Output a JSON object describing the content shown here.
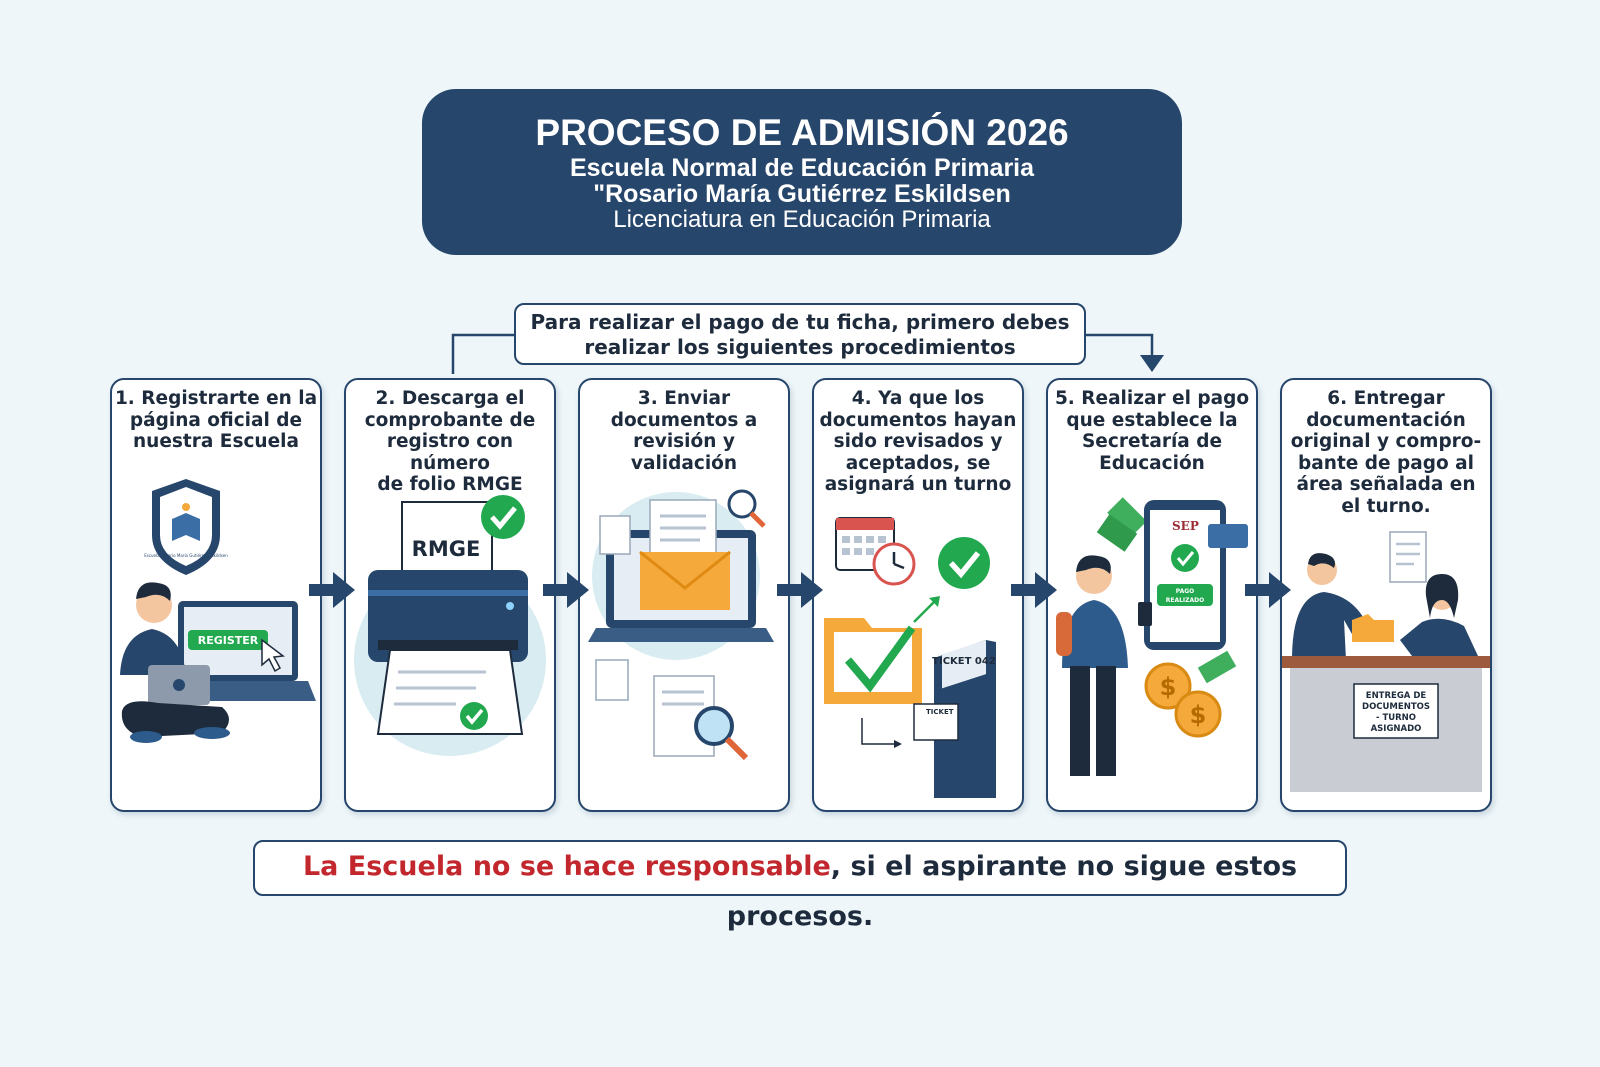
{
  "header": {
    "title": "PROCESO DE ADMISIÓN 2026",
    "school": "Escuela Normal de Educación Primaria",
    "school_name": "\"Rosario María Gutiérrez Eskildsen",
    "program": "Licenciatura en Educación Primaria"
  },
  "note": {
    "line1": "Para realizar el pago de tu ficha, primero debes",
    "line2": "realizar los siguientes procedimientos"
  },
  "steps": [
    {
      "lines": [
        "1. Registrarte en la",
        "página oficial de",
        "nuestra Escuela"
      ]
    },
    {
      "lines": [
        "2. Descarga el",
        "comprobante de",
        "registro con número",
        "de folio RMGE"
      ]
    },
    {
      "lines": [
        "3. Enviar",
        "documentos a",
        "revisión y",
        "validación"
      ]
    },
    {
      "lines": [
        "4. Ya que los",
        "documentos hayan",
        "sido revisados y",
        "aceptados, se",
        "asignará un turno"
      ]
    },
    {
      "lines": [
        "5. Realizar el pago",
        "que establece la",
        "Secretaría de",
        "Educación"
      ]
    },
    {
      "lines": [
        "6. Entregar",
        "documentación",
        "original y compro-",
        "bante de pago al",
        "área señalada en",
        "el turno."
      ]
    }
  ],
  "illustrations": {
    "register_button": "REGISTER",
    "rmge_paper": "RMGE",
    "ticket_number": "TICKET 042",
    "ticket_label": "TICKET",
    "sep_label": "SEP",
    "pago_line1": "PAGO",
    "pago_line2": "REALIZADO",
    "desk_sign": [
      "ENTREGA DE",
      "DOCUMENTOS",
      "- TURNO",
      "ASIGNADO"
    ],
    "shield_text": "Escuela Rosario María Gutiérrez Eskildsen",
    "coin_symbol": "$"
  },
  "footer": {
    "warning": "La Escuela no se hace responsable",
    "rest": ", si el aspirante no sigue estos procesos."
  },
  "colors": {
    "navy": "#27466b",
    "green": "#22a94f",
    "orange": "#f4a93a",
    "red": "#c2272d",
    "background": "#eef6f9"
  }
}
